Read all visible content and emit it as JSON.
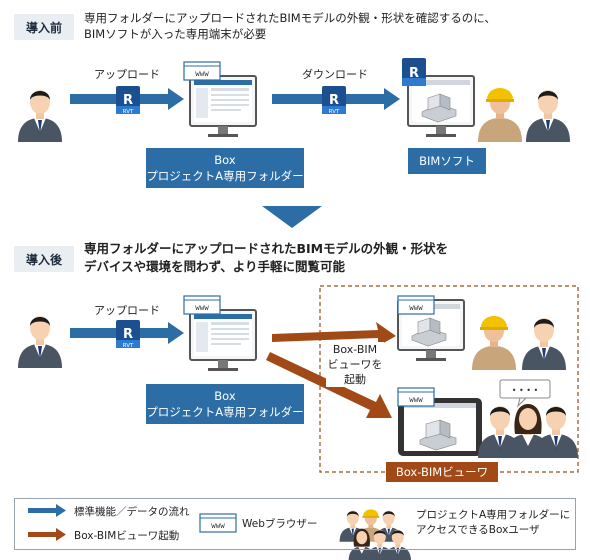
{
  "before": {
    "tag": "導入前",
    "text_line1": "専用フォルダーにアップロードされたBIMモデルの外観・形状を確認するのに、",
    "text_line2": "BIMソフトが入った専用端末が必要",
    "upload_label": "アップロード",
    "download_label": "ダウンロード",
    "box_line1": "Box",
    "box_line2": "プロジェクトA専用フォルダー",
    "bim_soft_label": "BIMソフト"
  },
  "after": {
    "tag": "導入後",
    "text_line1": "専用フォルダーにアップロードされたBIMモデルの外観・形状を",
    "text_line2": "デバイスや環境を問わず、より手軽に閲覧可能",
    "upload_label": "アップロード",
    "box_line1": "Box",
    "box_line2": "プロジェクトA専用フォルダー",
    "viewer_launch_line1": "Box-BIM",
    "viewer_launch_line2": "ビューワを",
    "viewer_launch_line3": "起動",
    "viewer_label": "Box-BIMビューワ"
  },
  "icons": {
    "rvt_letter": "R",
    "rvt_text": "RVT",
    "www_text": "www",
    "speech_dots": "• • • •"
  },
  "legend": {
    "standard_flow": "標準機能／データの流れ",
    "viewer_launch": "Box-BIMビューワ起動",
    "web_browser": "Webブラウザー",
    "users_line1": "プロジェクトA専用フォルダーに",
    "users_line2": "アクセスできるBoxユーザ"
  },
  "colors": {
    "blue": "#2d6da6",
    "brown": "#a24a17",
    "tag_bg": "#e9eef3"
  }
}
